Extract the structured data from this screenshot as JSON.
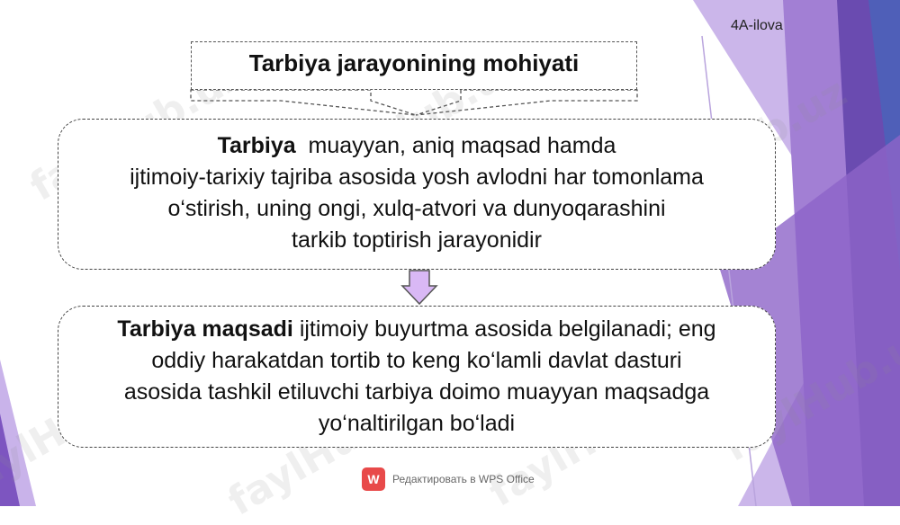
{
  "label": "4A-ilova",
  "title": "Tarbiya jarayonining mohiyati",
  "card1": {
    "lead": "Tarbiya",
    "line1": "muayyan, aniq maqsad hamda",
    "line2": "ijtimoiy-tarixiy tajriba asosida yosh avlodni har tomonlama",
    "line3": "o‘stirish, uning ongi, xulq-atvori va dunyoqarashini",
    "line4": "tarkib toptirish jarayonidir"
  },
  "card2": {
    "lead": "Tarbiya maqsadi",
    "line1": "ijtimoiy buyurtma asosida belgilanadi; eng",
    "line2": "oddiy harakatdan tortib to keng ko‘lamli davlat dasturi",
    "line3": "asosida tashkil etiluvchi tarbiya doimo muayyan maqsadga",
    "line4": "yo‘naltirilgan bo‘ladi"
  },
  "watermark": "faylHub.uz",
  "wps": {
    "logo": "W",
    "text": "Редактировать в WPS Office"
  },
  "colors": {
    "purple_dark": "#5b3f9e",
    "purple_mid": "#8e6bc4",
    "purple_light": "#b89be0",
    "arrow_fill": "#d9b8f5"
  }
}
